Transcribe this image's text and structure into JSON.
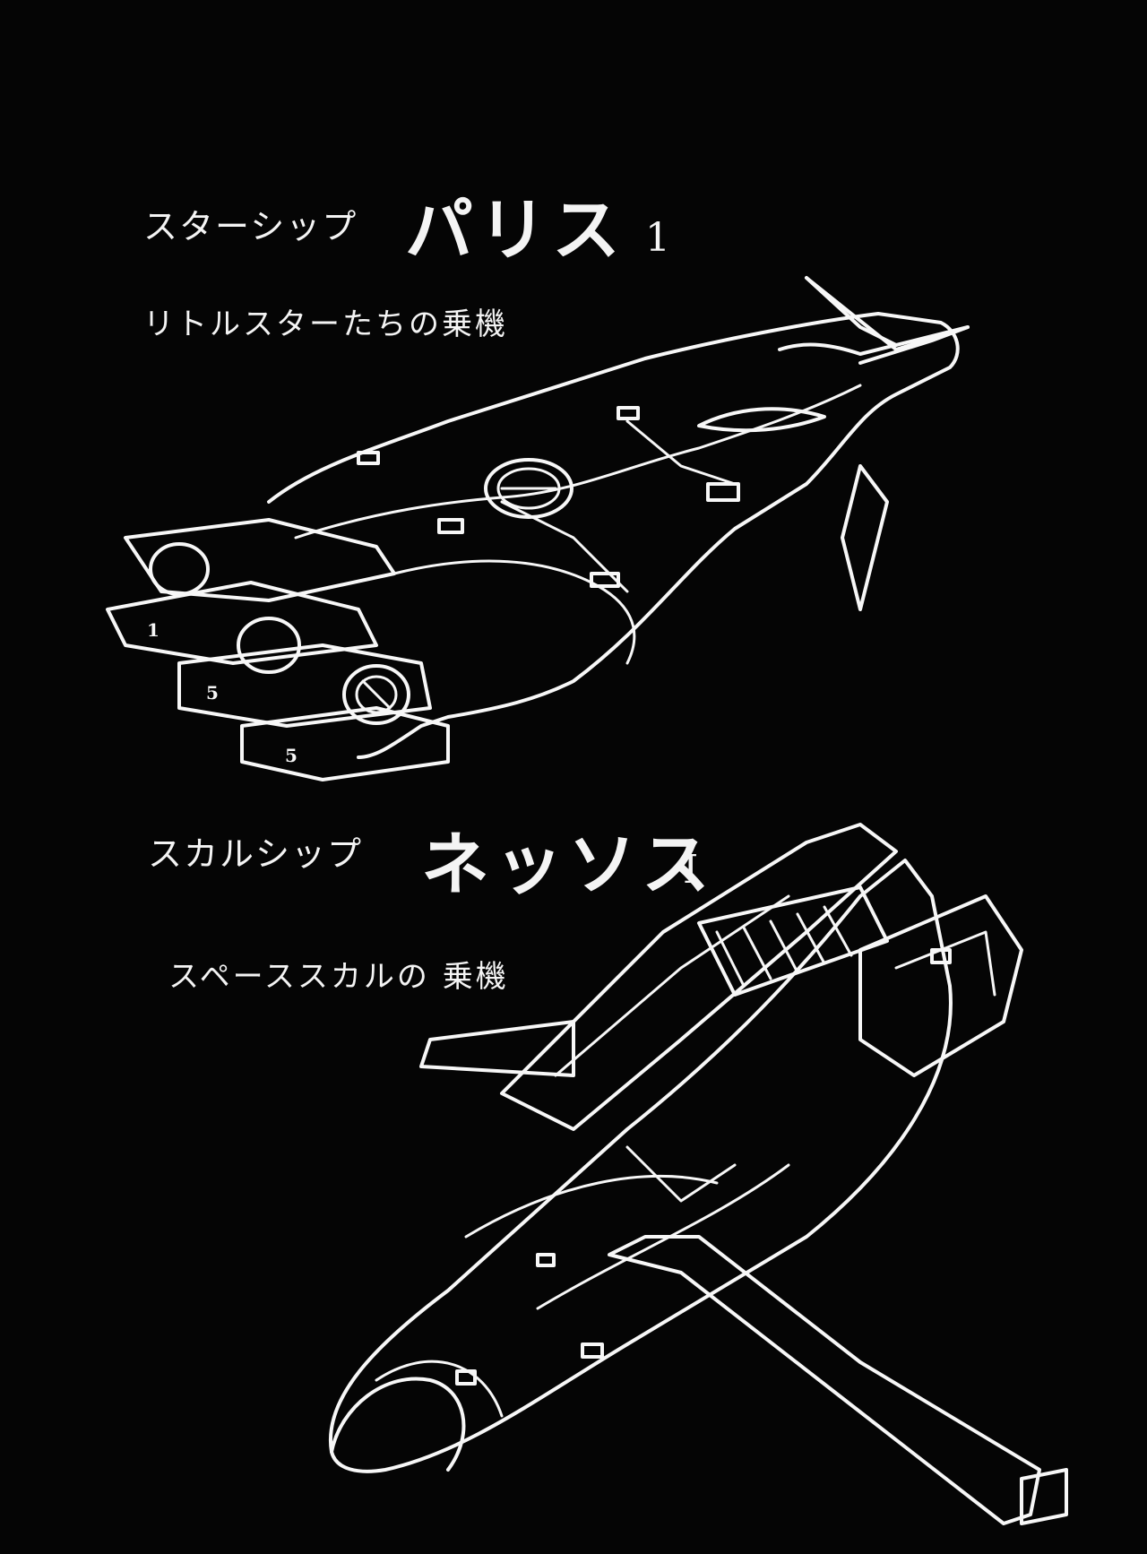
{
  "ship1": {
    "type_label": "スターシップ",
    "name": "パリス",
    "number": "1",
    "description": "リトルスターたちの乗機",
    "engine_markings": [
      "1",
      "5",
      "5"
    ]
  },
  "ship2": {
    "type_label": "スカルシップ",
    "name": "ネッソス",
    "number": "I",
    "description": "スペーススカルの 乗機"
  },
  "colors": {
    "background": "#050505",
    "line": "#f7f7f7"
  }
}
